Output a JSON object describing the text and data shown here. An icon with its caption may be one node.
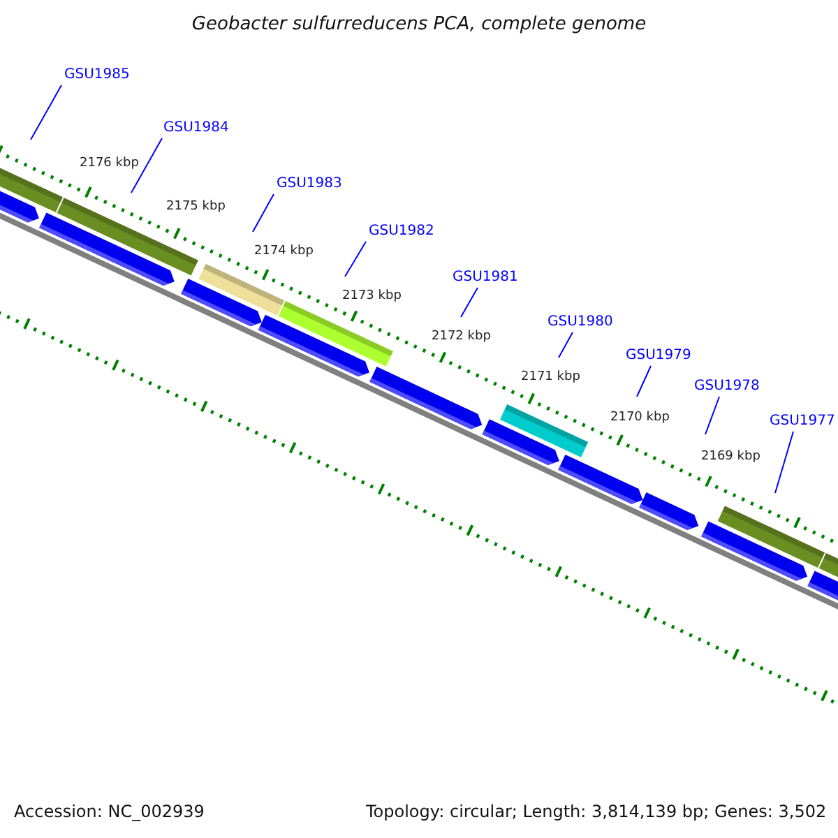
{
  "diagram": {
    "title": "Geobacter sulfurreducens PCA, complete genome",
    "nodes": [
      {
        "text": [
          "GSU1985"
        ]
      },
      {
        "text": [
          "GSU1984"
        ]
      },
      {
        "text": [
          "GSU1983"
        ]
      },
      {
        "text": [
          "GSU1982"
        ]
      },
      {
        "text": [
          "GSU1981"
        ]
      },
      {
        "text": [
          "GSU1980"
        ]
      },
      {
        "text": [
          "GSU1979"
        ]
      },
      {
        "text": [
          "GSU1978"
        ]
      },
      {
        "text": [
          "GSU1977"
        ]
      }
    ],
    "edges": [
      {
        "from": 0,
        "to": null,
        "arrow": "none"
      },
      {
        "from": 1,
        "to": null,
        "arrow": "none"
      },
      {
        "from": 2,
        "to": null,
        "arrow": "none"
      },
      {
        "from": 3,
        "to": null,
        "arrow": "none"
      },
      {
        "from": 4,
        "to": null,
        "arrow": "none"
      },
      {
        "from": 5,
        "to": null,
        "arrow": "none"
      },
      {
        "from": 6,
        "to": null,
        "arrow": "none"
      },
      {
        "from": 7,
        "to": null,
        "arrow": "none"
      },
      {
        "from": 8,
        "to": null,
        "arrow": "none"
      }
    ],
    "labels": [
      "2176 kbp",
      "2175 kbp",
      "2174 kbp",
      "2173 kbp",
      "2172 kbp",
      "2171 kbp",
      "2170 kbp",
      "2169 kbp",
      "Accession: NC_002939",
      "Topology: circular; Length: 3,814,139 bp; Genes: 3,502"
    ]
  }
}
